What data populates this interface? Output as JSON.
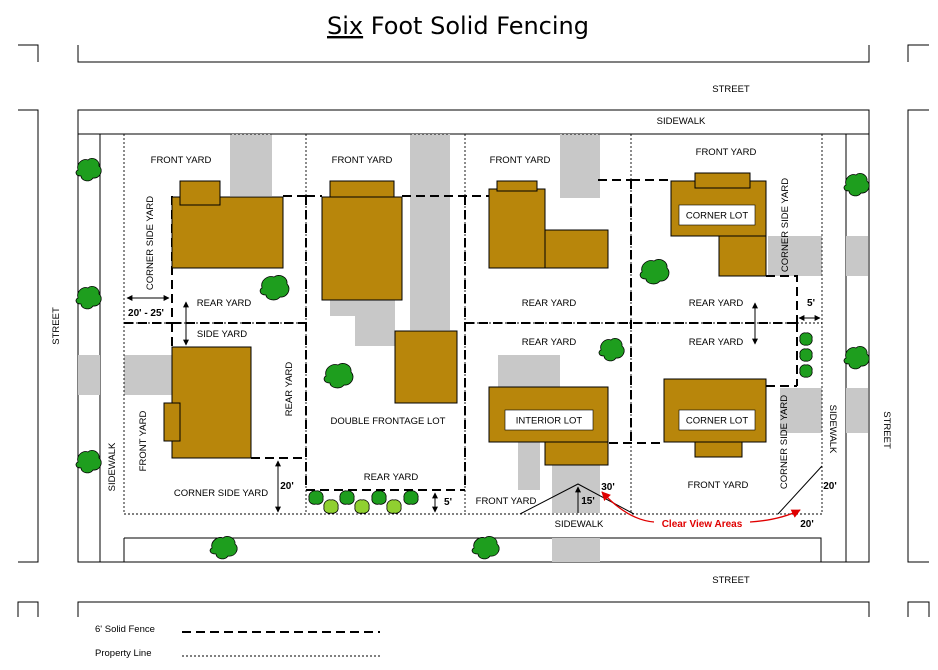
{
  "title_prefix": "Six",
  "title_rest": " Foot Solid Fencing",
  "streets": {
    "top": "STREET",
    "bottom": "STREET",
    "left": "STREET",
    "right": "STREET"
  },
  "sidewalks": {
    "top": "SIDEWALK",
    "left": "SIDEWALK",
    "right": "SIDEWALK",
    "bottom": "SIDEWALK"
  },
  "yards": {
    "front_1": "FRONT YARD",
    "front_2": "FRONT YARD",
    "front_3": "FRONT YARD",
    "front_4": "FRONT YARD",
    "front_5": "FRONT YARD",
    "front_6": "FRONT YARD",
    "front_7": "FRONT YARD",
    "rear_1": "REAR YARD",
    "rear_2": "REAR YARD",
    "rear_3": "REAR YARD",
    "rear_4": "REAR YARD",
    "rear_5": "REAR YARD",
    "rear_6": "REAR YARD",
    "rear_7": "REAR YARD",
    "side_1": "SIDE YARD",
    "corner_side_1": "CORNER SIDE YARD",
    "corner_side_2": "CORNER SIDE YARD",
    "corner_side_3": "CORNER SIDE YARD",
    "corner_side_4": "CORNER SIDE YARD"
  },
  "lots": {
    "corner_top": "CORNER LOT",
    "interior": "INTERIOR LOT",
    "corner_bottom": "CORNER LOT",
    "double_frontage": "DOUBLE FRONTAGE LOT"
  },
  "measurements": {
    "m_20_25": "20' - 25'",
    "m_5_right": "5'",
    "m_20_left": "20'",
    "m_5_bottom": "5'",
    "m_30": "30'",
    "m_15": "15'",
    "m_20_right": "20'",
    "m_20_bottom": "20'"
  },
  "clear_view": "Clear View Areas",
  "legend": {
    "fence_label": "6' Solid Fence",
    "property_label": "Property Line"
  },
  "colors": {
    "house": "#b8860b",
    "driveway": "#c8c8c8",
    "tree": "#1e9e1e",
    "tree_light": "#90d030",
    "annotation": "#e00000"
  }
}
